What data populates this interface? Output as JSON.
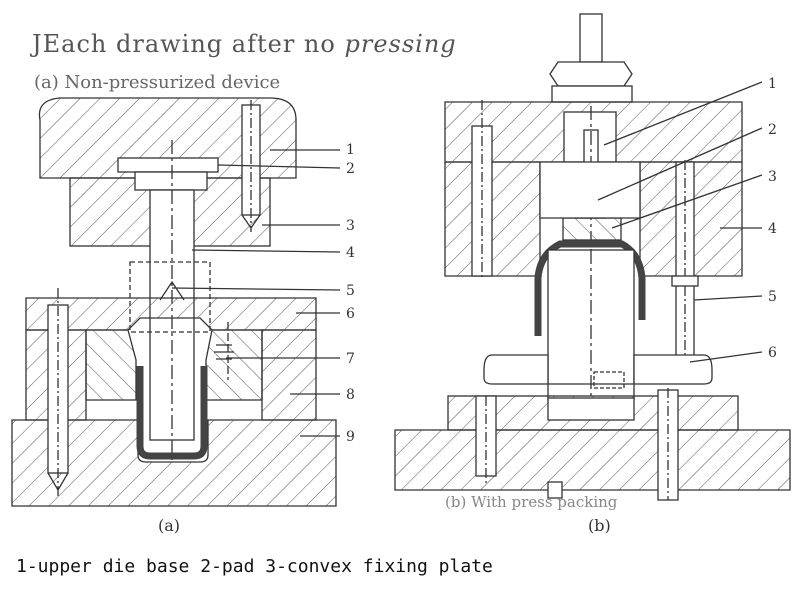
{
  "title": {
    "prefix": "JEach drawing after no",
    "suffix": "pressing"
  },
  "panel_a": {
    "subtitle": "(a) Non-pressurized device",
    "label": "(a)",
    "callouts": [
      "1",
      "2",
      "3",
      "4",
      "5",
      "6",
      "7",
      "8",
      "9"
    ]
  },
  "panel_b": {
    "subtitle": "(b) With press packing",
    "label": "(b)",
    "callouts": [
      "1",
      "2",
      "3",
      "4",
      "5",
      "6"
    ]
  },
  "caption": "1-upper die base 2-pad 3-convex fixing plate",
  "colors": {
    "line": "#333333",
    "hatch": "#555555",
    "part": "#444444",
    "part_fill": "#6b6b6b"
  }
}
